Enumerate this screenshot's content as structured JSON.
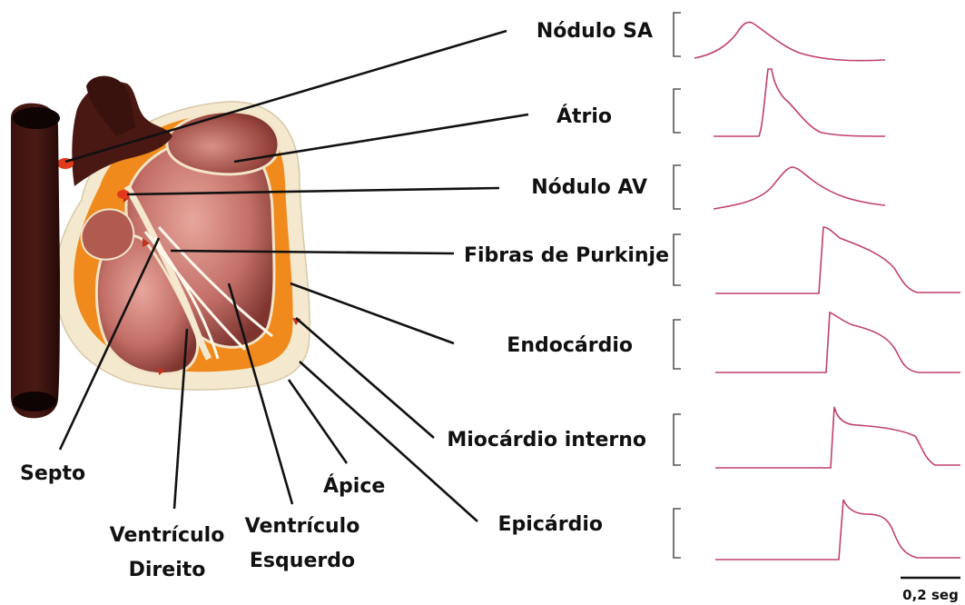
{
  "labels": {
    "sa_node": "Nódulo SA",
    "atrium": "Átrio",
    "av_node": "Nódulo AV",
    "purkinje": "Fibras de Purkinje",
    "endocardium": "Endocárdio",
    "inner_myocardium": "Miocárdio interno",
    "epicardium": "Epicárdio",
    "septum": "Septo",
    "apex": "Ápice",
    "right_ventricle_1": "Ventrículo",
    "right_ventricle_2": "Direito",
    "left_ventricle_1": "Ventrículo",
    "left_ventricle_2": "Esquerdo"
  },
  "scale_bar": {
    "label": "0,2 seg"
  },
  "colors": {
    "trace": "#c0406a",
    "vessel": "#2e0e0a",
    "muscle": "#7d3a32",
    "chamber": "#c98078",
    "orange_tissue": "#f08a1c",
    "outer_tissue": "#f4e8cf"
  }
}
